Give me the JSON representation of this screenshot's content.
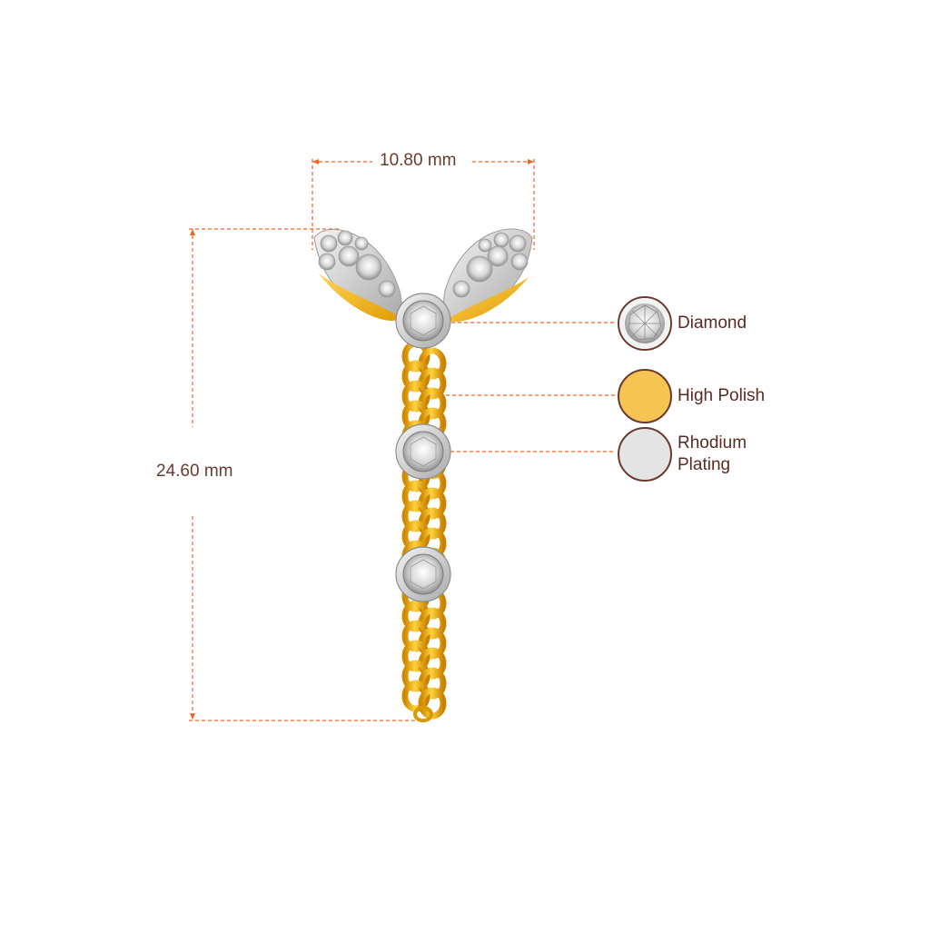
{
  "dimensions": {
    "width_label": "10.80 mm",
    "height_label": "24.60 mm"
  },
  "legend": {
    "items": [
      {
        "label": "Diamond",
        "swatch": "diamond-swatch",
        "color": "#f4f4f4"
      },
      {
        "label": "High Polish",
        "swatch": "gold-swatch",
        "color": "#f6c452"
      },
      {
        "label_line1": "Rhodium",
        "label_line2": "Plating",
        "swatch": "rhodium-swatch",
        "color": "#e4e4e4"
      }
    ]
  },
  "colors": {
    "dimension_line": "#f26522",
    "text": "#5a2a22",
    "gold": "#f2b418",
    "gold_dark": "#d08a00",
    "silver": "#d9d9d9"
  }
}
